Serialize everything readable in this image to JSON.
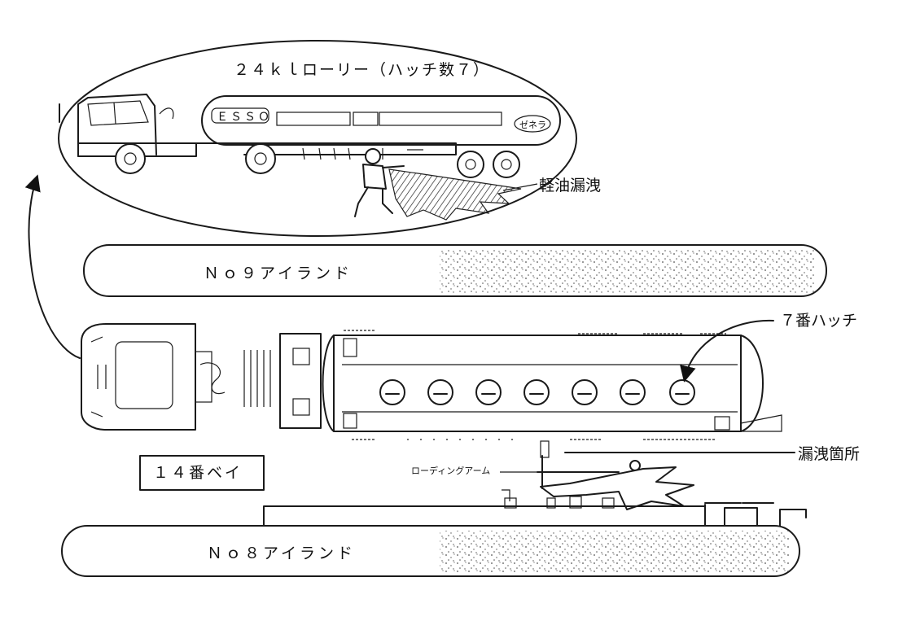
{
  "inset": {
    "title": "２４ｋｌローリー（ハッチ数７）",
    "brand": "ＥＳＳＯ",
    "tank_mark": "ゼネラ",
    "leak_label": "軽油漏洩"
  },
  "islands": {
    "upper": "Ｎｏ９アイランド",
    "lower": "Ｎｏ８アイランド"
  },
  "bay_label": "１４番ベイ",
  "callouts": {
    "hatch7": "７番ハッチ",
    "leak_point": "漏洩箇所",
    "loading_arm": "ローディングアーム"
  },
  "hatch_count": 7
}
